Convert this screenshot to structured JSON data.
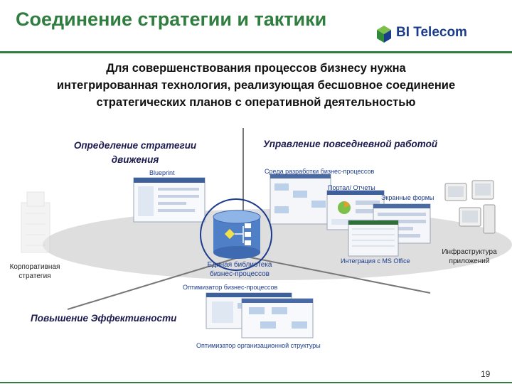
{
  "title": "Соединение стратегии и тактики",
  "logo": {
    "text": "BI Telecom",
    "cube_colors": [
      "#2f8a3a",
      "#1b3b8c",
      "#7cc04a"
    ]
  },
  "headline": [
    "Для совершенствования процессов бизнесу нужна",
    "интегрированная технология, реализующая бесшовное соединение",
    "стратегических планов с оперативной деятельностью"
  ],
  "sections": {
    "strategy": [
      "Определение стратегии",
      "движения"
    ],
    "daily": "Управление повседневной работой",
    "efficiency": "Повышение Эффективности"
  },
  "labels": {
    "blueprint": "Blueprint",
    "dev_env": "Среда разработки бизнес-процессов",
    "portal": "Портал/ Отчеты",
    "screen_forms": "Экранные формы",
    "ms_office": "Интеграция с MS Office",
    "library": [
      "Единая библиотека",
      "бизнес-процессов"
    ],
    "optimizer": "Оптимизатор бизнес-процессов",
    "org_optimizer": "Оптимизатор организационной структуры",
    "corporate": [
      "Корпоративная",
      "стратегия"
    ],
    "infra": [
      "Инфраструктура",
      "приложений"
    ]
  },
  "page_number": "19",
  "colors": {
    "green": "#2f7d3f",
    "navy": "#1b3b8c",
    "ellipse": "#dcdcdc",
    "cylinder": "#4f7fc6"
  }
}
